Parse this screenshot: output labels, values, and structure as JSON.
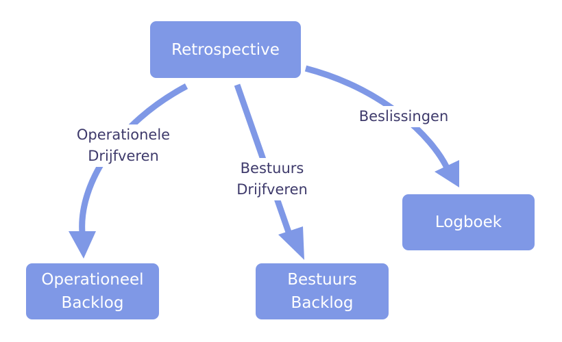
{
  "colors": {
    "node_fill": "#7f98e6",
    "node_text": "#ffffff",
    "arrow": "#7f98e6",
    "label_text": "#3e3a6b",
    "background": "#ffffff"
  },
  "nodes": {
    "retrospective": "Retrospective",
    "operational_backlog": "Operationeel\nBacklog",
    "board_backlog": "Bestuurs\nBacklog",
    "logbook": "Logboek"
  },
  "edges": {
    "operational_drivers": "Operationele\nDrijfveren",
    "board_drivers": "Bestuurs\nDrijfveren",
    "decisions": "Beslissingen"
  }
}
